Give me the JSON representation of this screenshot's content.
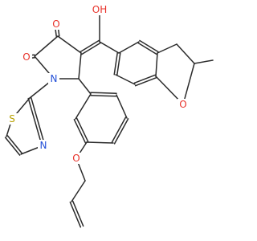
{
  "diagram": {
    "type": "chemical-structure",
    "atom_labels": {
      "oxygen": "O",
      "hydroxyl": "OH",
      "nitrogen": "N",
      "sulfur": "S"
    },
    "colors": {
      "bond": "#2b2b2b",
      "oxygen": "#e8322a",
      "nitrogen": "#2450d8",
      "sulfur": "#b8a100",
      "background": "#ffffff"
    }
  }
}
